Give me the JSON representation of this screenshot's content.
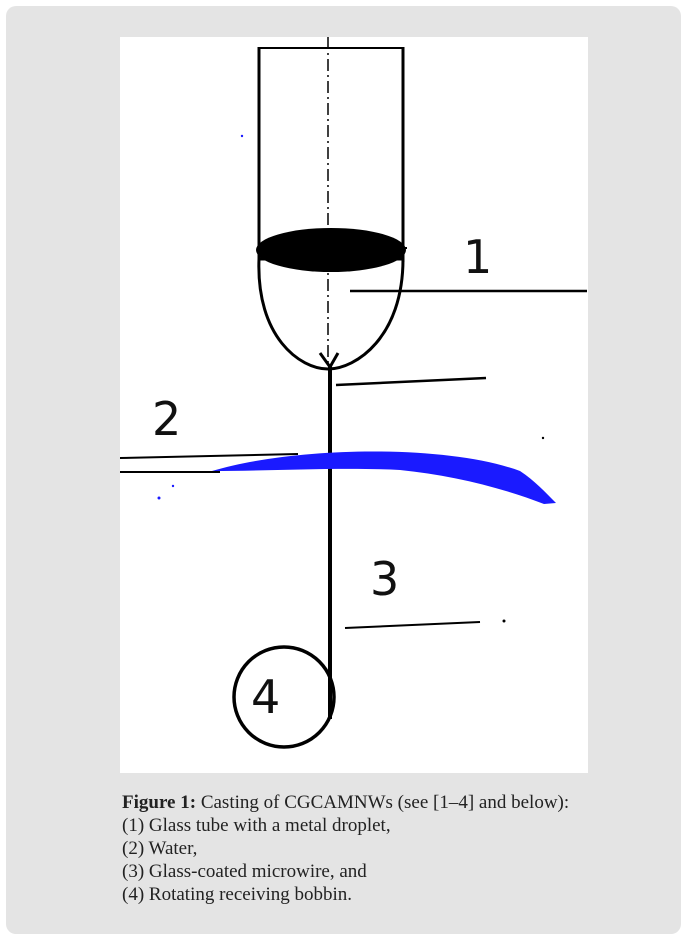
{
  "figure": {
    "labels": {
      "tube": "1",
      "water": "2",
      "microwire": "3",
      "bobbin": "4"
    },
    "colors": {
      "water": "#1a1aff",
      "ink": "#000000",
      "panel": "#e4e4e4"
    }
  },
  "caption": {
    "label": "Figure 1:",
    "title_text": " Casting of CGCAMNWs (see [1–4] and below):",
    "items": [
      "(1) Glass tube with a metal droplet,",
      "(2) Water,",
      "(3) Glass-coated microwire, and",
      "(4) Rotating receiving bobbin."
    ]
  }
}
